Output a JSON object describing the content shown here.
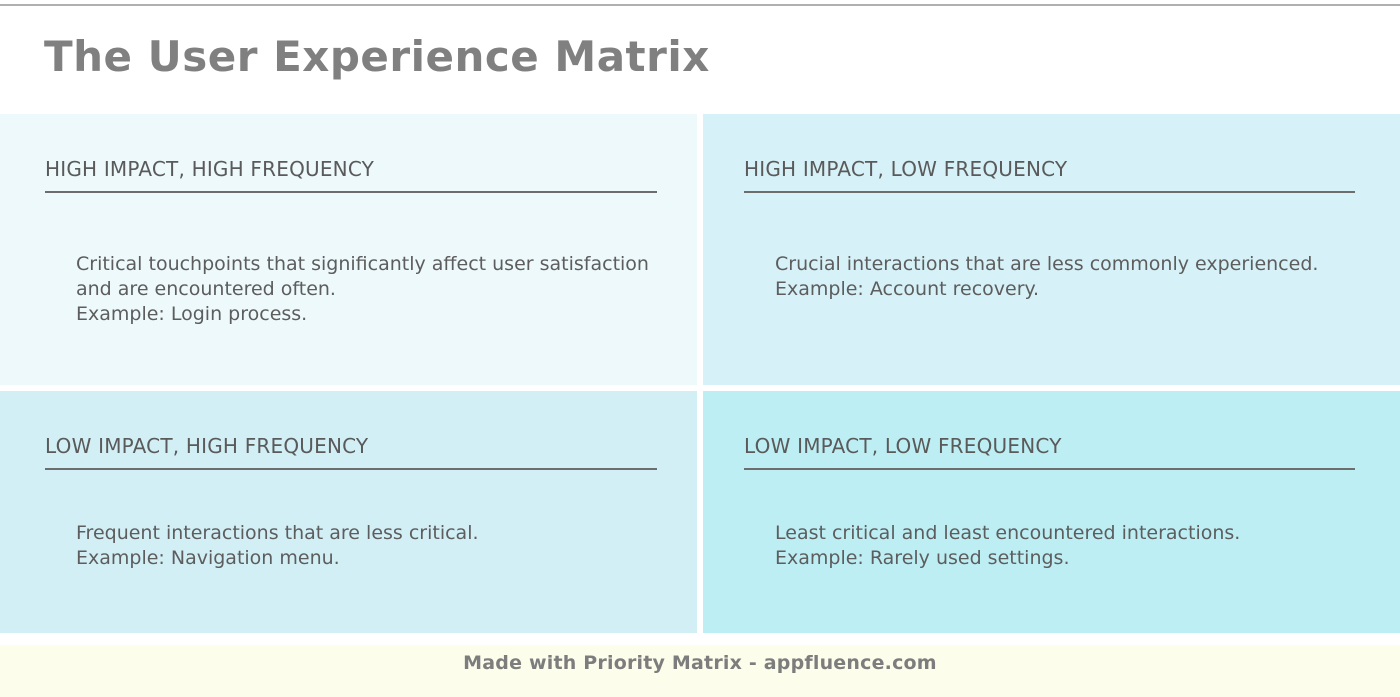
{
  "page": {
    "title": "The User Experience Matrix",
    "background_color": "#ffffff",
    "top_rule_color": "#b0b0b0"
  },
  "matrix": {
    "quadrants": [
      {
        "id": "high-impact-high-frequency",
        "position": "top-left",
        "header": "HIGH IMPACT, HIGH FREQUENCY",
        "body": "Critical touchpoints that significantly affect user satisfaction and are encountered often.\nExample: Login process.",
        "fill_color": "#edf9fb"
      },
      {
        "id": "high-impact-low-frequency",
        "position": "top-right",
        "header": "HIGH IMPACT, LOW FREQUENCY",
        "body": "Crucial interactions that are less commonly experienced. Example: Account recovery.",
        "fill_color": "#d6f1f7"
      },
      {
        "id": "low-impact-high-frequency",
        "position": "bottom-left",
        "header": "LOW IMPACT, HIGH FREQUENCY",
        "body": "Frequent interactions that are less critical.\nExample: Navigation menu.",
        "fill_color": "#d2eff6"
      },
      {
        "id": "low-impact-low-frequency",
        "position": "bottom-right",
        "header": "LOW IMPACT, LOW FREQUENCY",
        "body": "Least critical and least encountered interactions.\nExample: Rarely used settings.",
        "fill_color": "#bdeef4"
      }
    ],
    "rule_color": "#6d6d6d",
    "header_color": "#5a5a5a",
    "body_color": "#5d5d5d"
  },
  "footer": {
    "text": "Made with Priority Matrix - appfluence.com",
    "background_color": "#fdfdec",
    "text_color": "#7d7d7d"
  }
}
